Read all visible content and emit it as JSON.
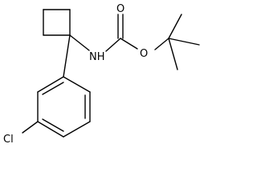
{
  "molecule": {
    "atoms": {
      "nitrogen": "NH",
      "carbonyl_oxygen": "O",
      "ester_oxygen": "O",
      "chlorine": "Cl"
    }
  },
  "colors": {
    "bond": "#000000",
    "label": "#000000",
    "background": "#ffffff"
  }
}
